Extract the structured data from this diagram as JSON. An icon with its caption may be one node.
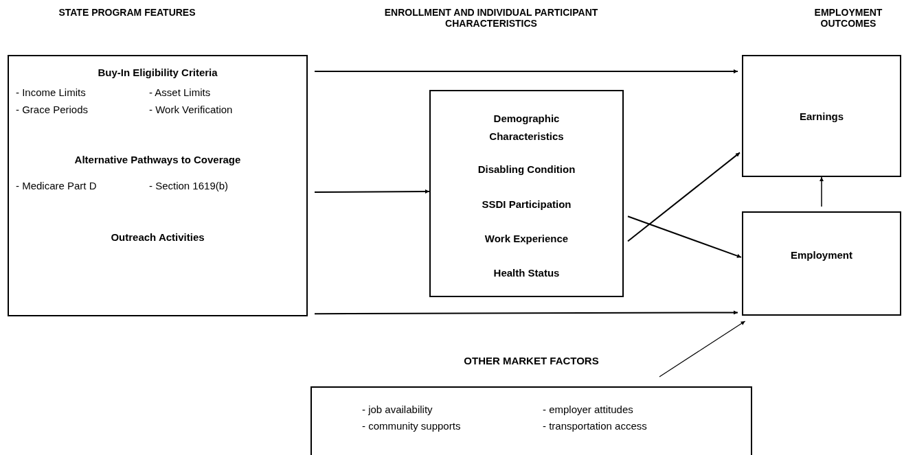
{
  "diagram": {
    "nodes": [
      {
        "text": [
          "Buy-In Eligibility Criteria",
          "- Income Limits",
          "- Asset Limits",
          "- Grace Periods",
          "- Work Verification",
          "Alternative Pathways to Coverage",
          "- Medicare Part D",
          "- Section 1619(b)",
          "Outreach Activities"
        ]
      },
      {
        "text": [
          "Demographic Characteristics",
          "Disabling Condition",
          "SSDI Participation",
          "Work Experience",
          "Health Status"
        ]
      },
      {
        "text": [
          "Earnings"
        ]
      },
      {
        "text": [
          "Employment"
        ]
      },
      {
        "text": [
          "OTHER MARKET FACTORS",
          "- job availability",
          "- employer attitudes",
          "- community supports",
          "- transportation access"
        ]
      }
    ],
    "edges": [
      {
        "from": 0,
        "to": 2,
        "arrow": "to"
      },
      {
        "from": 0,
        "to": 1,
        "arrow": "to"
      },
      {
        "from": 1,
        "to": 2,
        "arrow": "to"
      },
      {
        "from": 1,
        "to": 3,
        "arrow": "to"
      },
      {
        "from": 0,
        "to": 3,
        "arrow": "to"
      },
      {
        "from": 3,
        "to": 2,
        "arrow": "to"
      },
      {
        "from": 4,
        "to": 3,
        "arrow": "to"
      }
    ],
    "labels": [
      "STATE PROGRAM FEATURES",
      "ENROLLMENT AND INDIVIDUAL PARTICIPANT CHARACTERISTICS",
      "EMPLOYMENT OUTCOMES"
    ]
  }
}
